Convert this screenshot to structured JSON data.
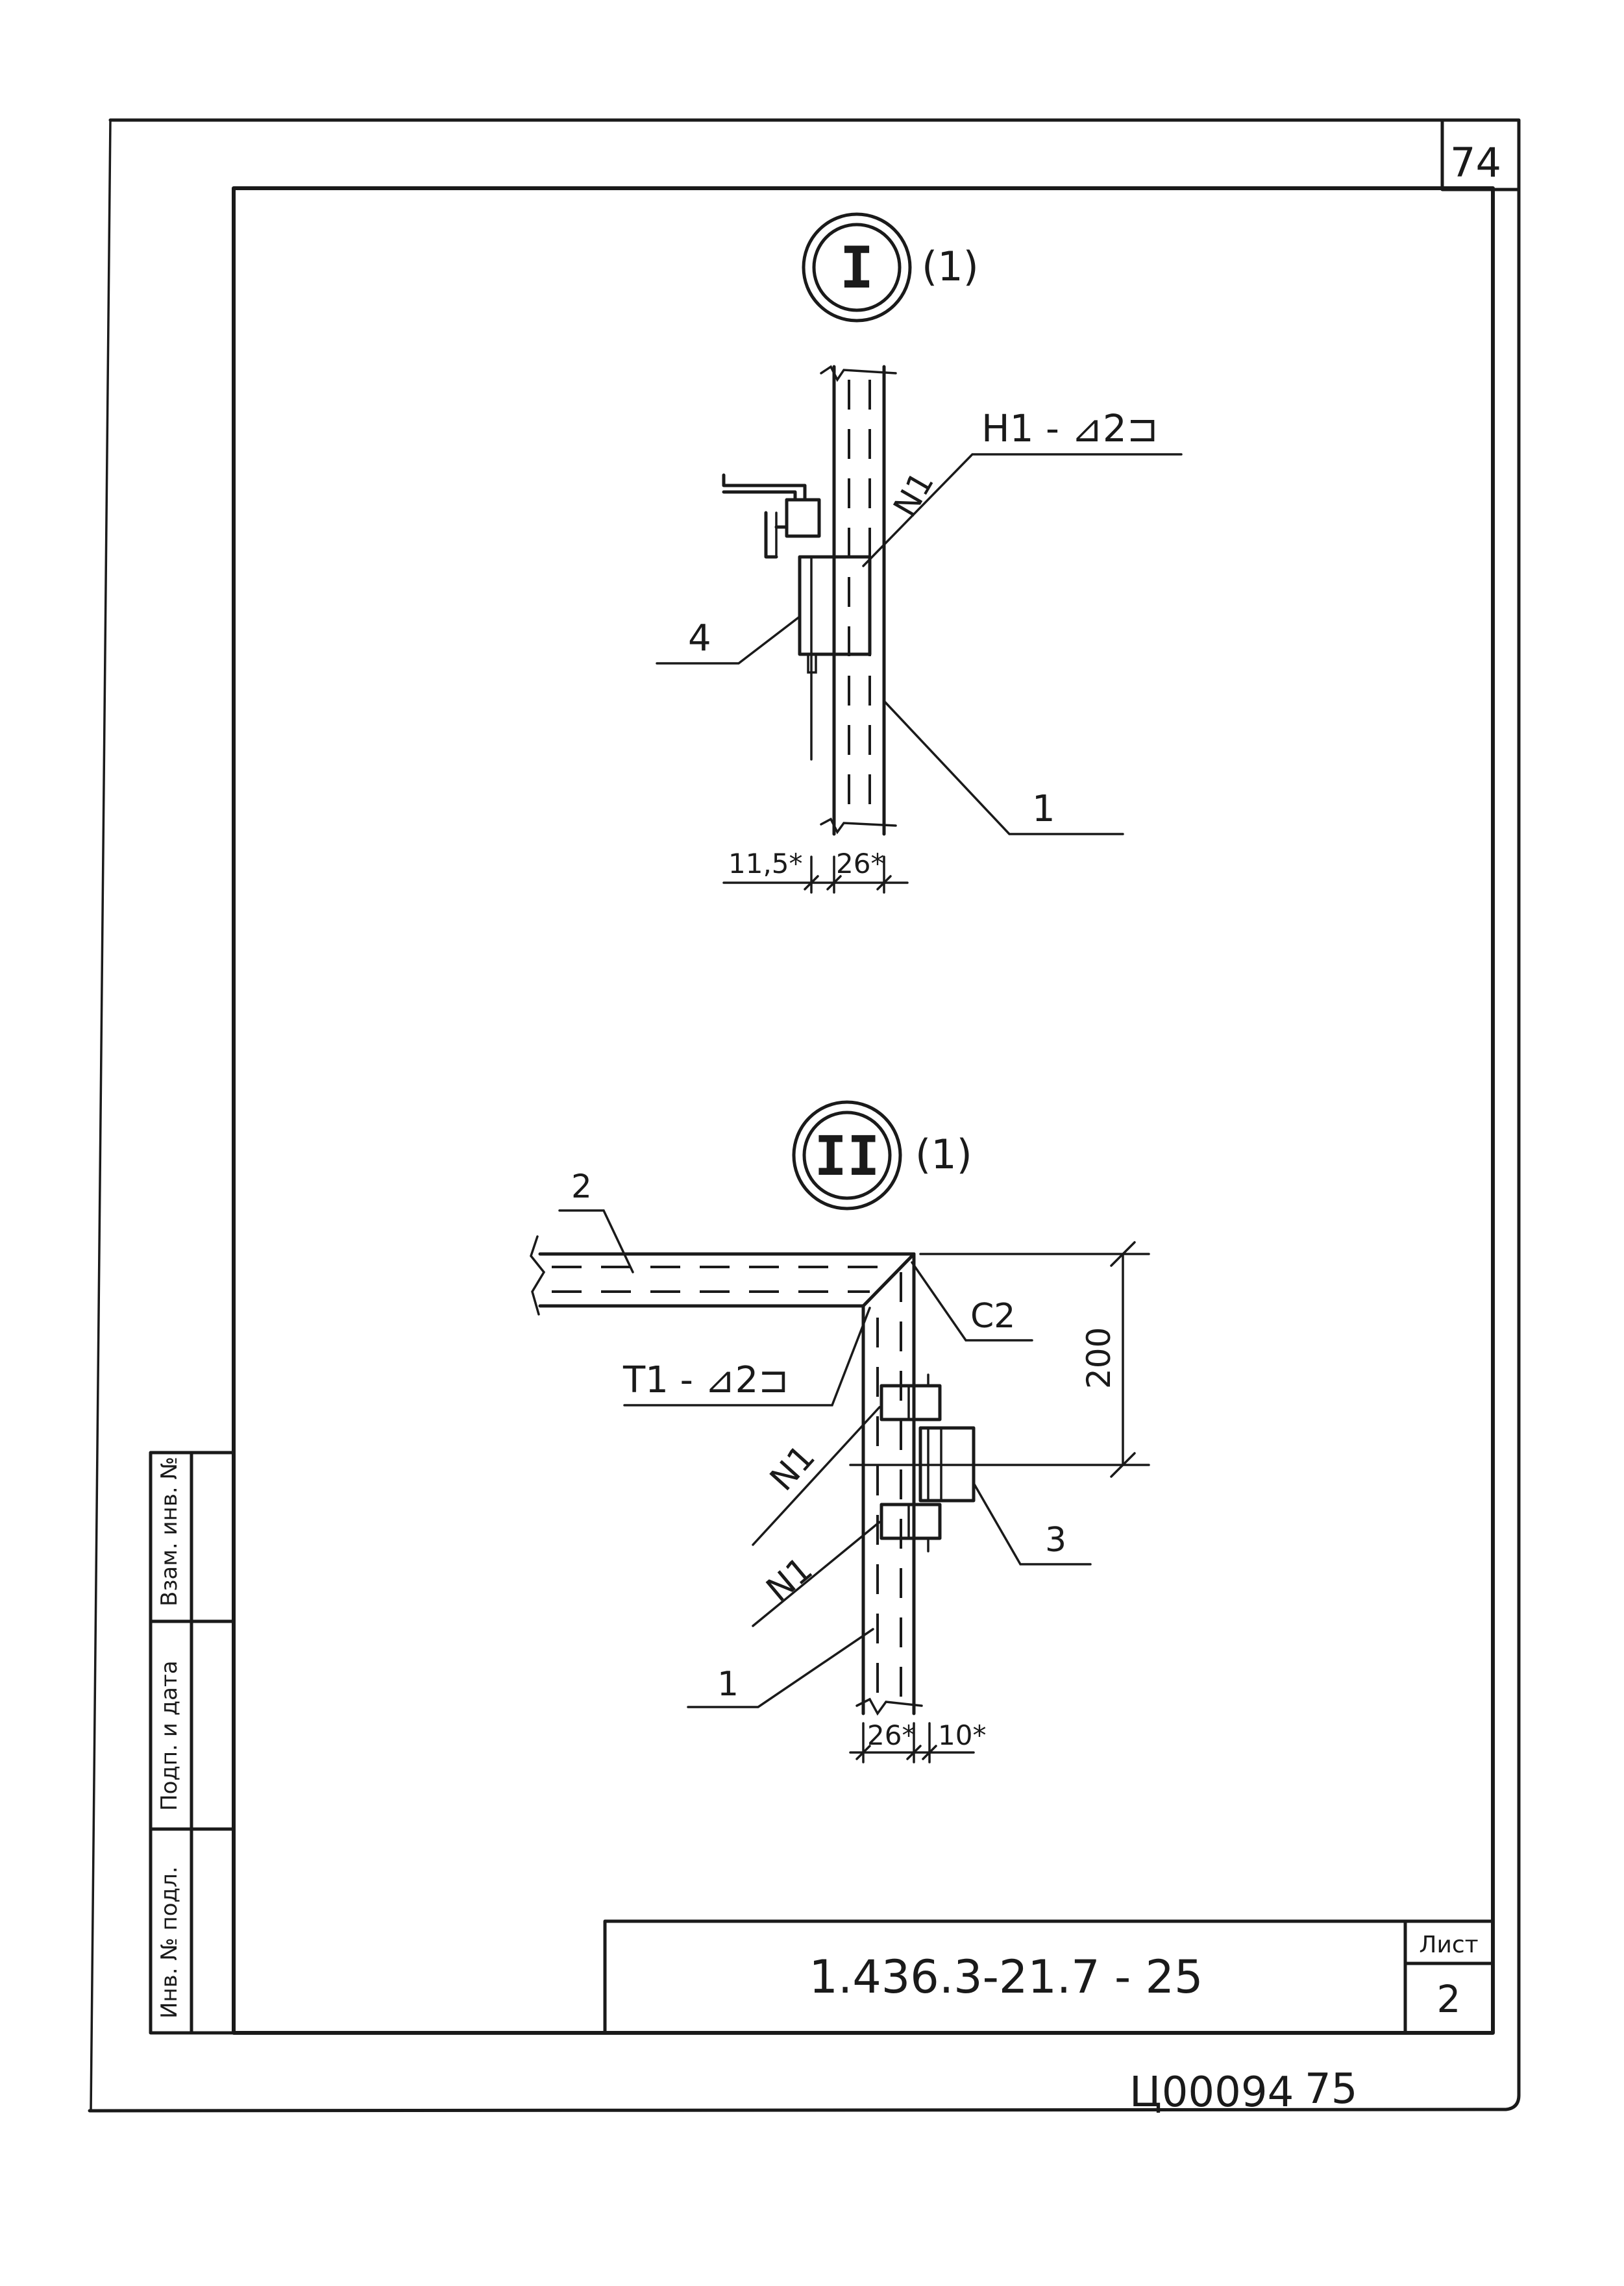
{
  "sheet": {
    "corner_number": "74",
    "designation": "1.436.3-21.7 - 25",
    "sheet_label": "Лист",
    "sheet_number": "2",
    "archive_code": "Ц00094",
    "page_number": "75",
    "side_stamp": [
      "Инв. № подл.",
      "Подп. и дата",
      "Взам. инв. №"
    ]
  },
  "detail_1": {
    "marker": "I",
    "ref": "(1)",
    "weld_label": "Н1 - ⊿2⊐",
    "weld_n": "N1",
    "pos_4": "4",
    "pos_1": "1",
    "dim_a": "11,5*",
    "dim_b": "26*"
  },
  "detail_2": {
    "marker": "II",
    "ref": "(1)",
    "pos_2": "2",
    "weld_c": "C2",
    "weld_t": "Т1 - ⊿2⊐",
    "dim_200": "200",
    "weld_n_top": "N1",
    "weld_n_bottom": "N1",
    "pos_3": "3",
    "pos_1": "1",
    "dim_a": "26*",
    "dim_b": "10*"
  }
}
